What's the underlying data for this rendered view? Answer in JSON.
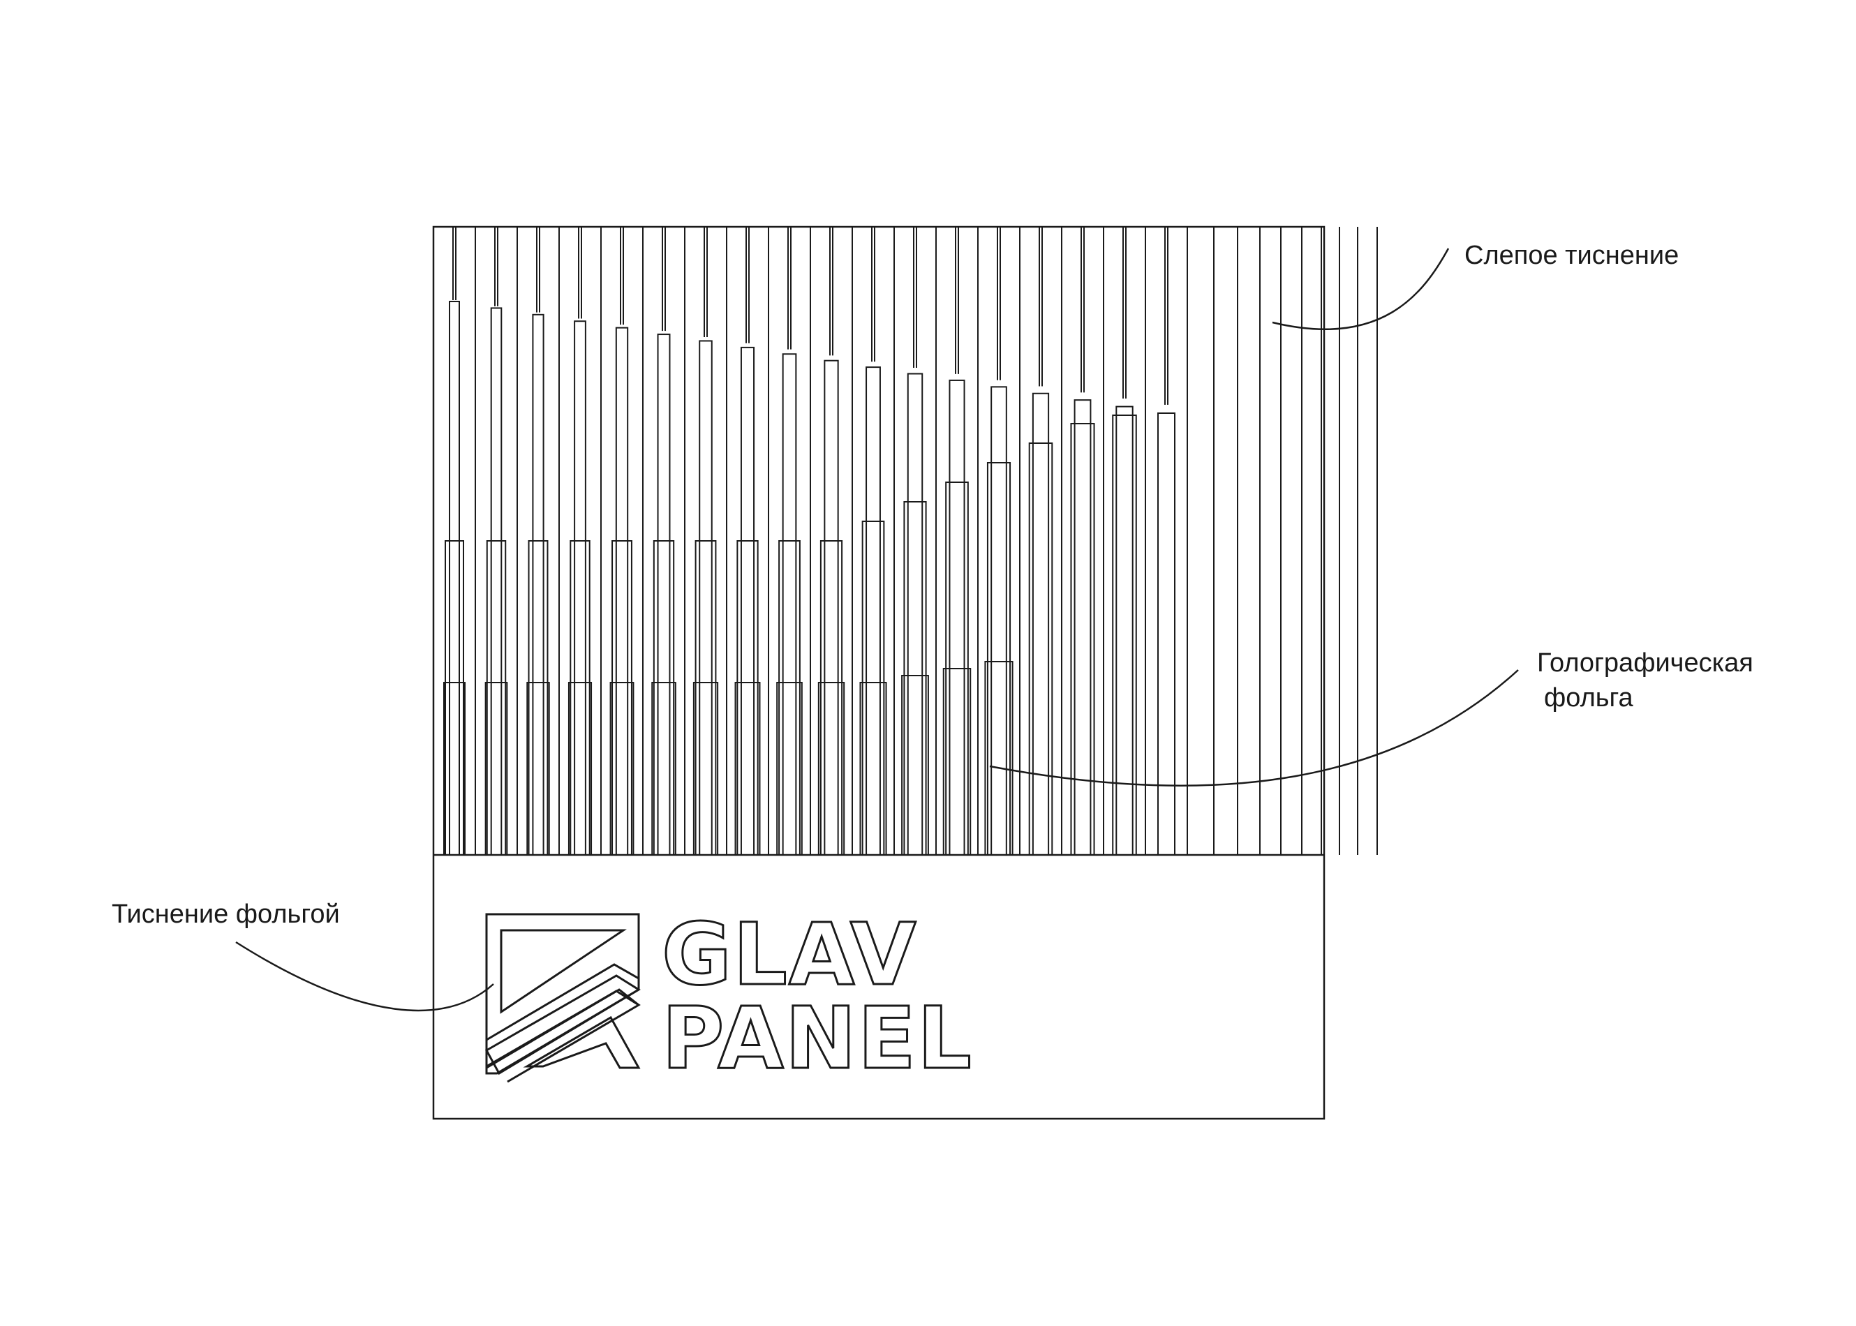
{
  "callouts": {
    "blind_embossing": "Слепое тиснение",
    "holographic_foil_line1": "Голографическая",
    "holographic_foil_line2": "фольга",
    "foil_stamping": "Тиснение фольгой"
  },
  "logo": {
    "line1": "GLAV",
    "line2": "PANEL"
  },
  "colors": {
    "stroke": "#1a1a1a",
    "background": "#ffffff"
  }
}
